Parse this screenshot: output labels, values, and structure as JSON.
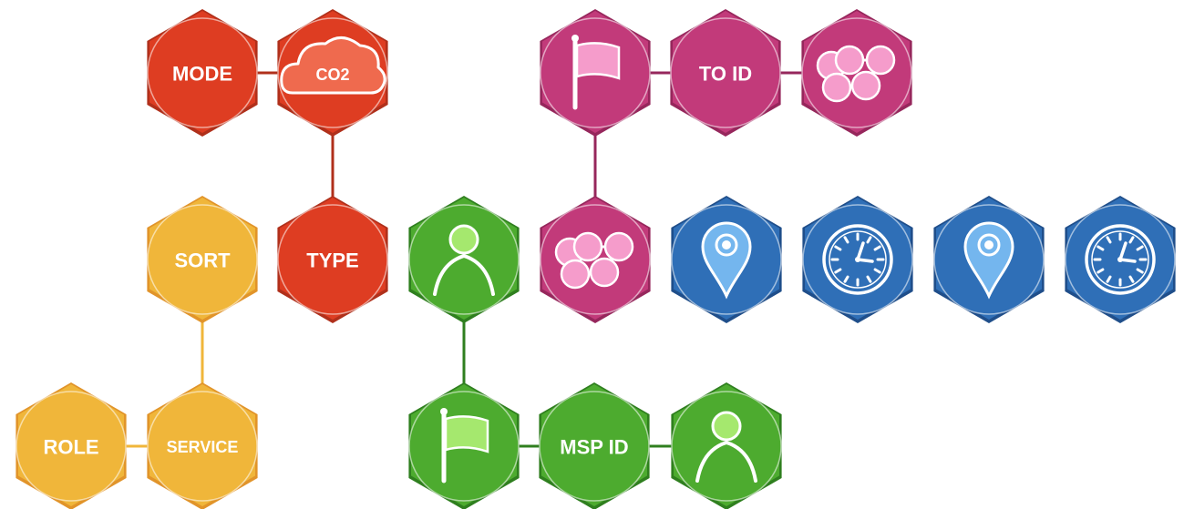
{
  "colors": {
    "red": "#de3d22",
    "red_dark": "#b0301b",
    "orange": "#f0b63a",
    "orange_dark": "#e1942a",
    "magenta": "#c23a7a",
    "magenta_dark": "#96275c",
    "green": "#4dab2f",
    "green_dark": "#2f7f1f",
    "blue": "#2f6fb7",
    "blue_dark": "#1f4e8a",
    "flag_pink": "#f59ccb",
    "flag_green": "#a5e86e",
    "pin_blue": "#74b6ee"
  },
  "nodes": {
    "mode": {
      "label": "MODE",
      "color": "red"
    },
    "co2": {
      "label": "CO2",
      "color": "red",
      "icon": "cloud-icon"
    },
    "type": {
      "label": "TYPE",
      "color": "red"
    },
    "sort": {
      "label": "SORT",
      "color": "orange"
    },
    "role": {
      "label": "ROLE",
      "color": "orange"
    },
    "service": {
      "label": "SERVICE",
      "color": "orange"
    },
    "flag_m": {
      "label": "",
      "color": "magenta",
      "icon": "flag-icon"
    },
    "toid": {
      "label": "TO ID",
      "color": "magenta"
    },
    "chain_m1": {
      "label": "",
      "color": "magenta",
      "icon": "chain-icon"
    },
    "chain_m2": {
      "label": "",
      "color": "magenta",
      "icon": "chain-icon"
    },
    "user_g1": {
      "label": "",
      "color": "green",
      "icon": "user-icon"
    },
    "flag_g": {
      "label": "",
      "color": "green",
      "icon": "flag-icon"
    },
    "mspid": {
      "label": "MSP ID",
      "color": "green"
    },
    "user_g2": {
      "label": "",
      "color": "green",
      "icon": "user-icon"
    },
    "pin_b1": {
      "label": "",
      "color": "blue",
      "icon": "location-pin-icon"
    },
    "clock_b1": {
      "label": "",
      "color": "blue",
      "icon": "clock-icon"
    },
    "pin_b2": {
      "label": "",
      "color": "blue",
      "icon": "location-pin-icon"
    },
    "clock_b2": {
      "label": "",
      "color": "blue",
      "icon": "clock-icon"
    }
  },
  "edges": [
    {
      "from": "mode",
      "to": "co2",
      "color": "red_dark"
    },
    {
      "from": "co2",
      "to": "type",
      "color": "red_dark"
    },
    {
      "from": "sort",
      "to": "service",
      "color": "orange"
    },
    {
      "from": "role",
      "to": "service",
      "color": "orange"
    },
    {
      "from": "flag_m",
      "to": "toid",
      "color": "magenta_dark"
    },
    {
      "from": "toid",
      "to": "chain_m1",
      "color": "magenta_dark"
    },
    {
      "from": "flag_m",
      "to": "chain_m2",
      "color": "magenta_dark"
    },
    {
      "from": "user_g1",
      "to": "flag_g",
      "color": "green_dark"
    },
    {
      "from": "flag_g",
      "to": "mspid",
      "color": "green_dark"
    },
    {
      "from": "mspid",
      "to": "user_g2",
      "color": "green_dark"
    }
  ]
}
